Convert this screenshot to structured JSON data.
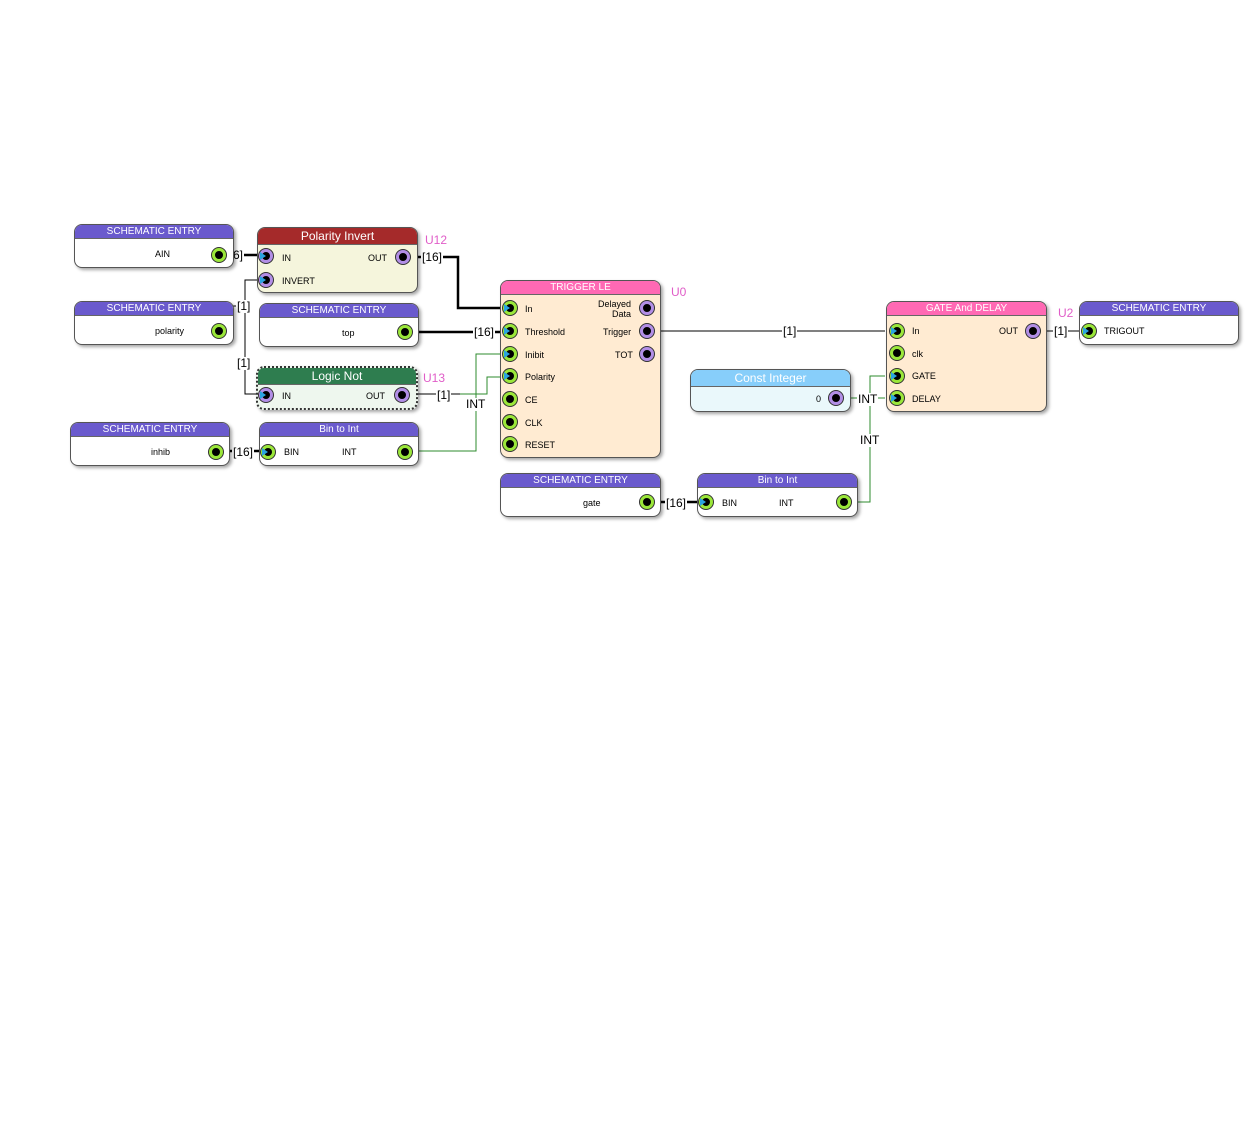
{
  "blocks": {
    "se_ain": {
      "title": "SCHEMATIC ENTRY",
      "name": "AIN"
    },
    "se_polarity": {
      "title": "SCHEMATIC ENTRY",
      "name": "polarity"
    },
    "se_inhib": {
      "title": "SCHEMATIC ENTRY",
      "name": "inhib"
    },
    "se_top": {
      "title": "SCHEMATIC ENTRY",
      "name": "top"
    },
    "se_gate": {
      "title": "SCHEMATIC ENTRY",
      "name": "gate"
    },
    "se_trigout": {
      "title": "SCHEMATIC ENTRY",
      "name": "TRIGOUT"
    },
    "polarity_invert": {
      "title": "Polarity Invert",
      "ref": "U12",
      "in": "IN",
      "invert": "INVERT",
      "out": "OUT"
    },
    "logic_not": {
      "title": "Logic Not",
      "ref": "U13",
      "in": "IN",
      "out": "OUT"
    },
    "bin_to_int_1": {
      "title": "Bin to Int",
      "in": "BIN",
      "out": "INT"
    },
    "bin_to_int_2": {
      "title": "Bin to Int",
      "in": "BIN",
      "out": "INT"
    },
    "trigger_le": {
      "title": "TRIGGER LE",
      "ref": "U0",
      "inputs": [
        "In",
        "Threshold",
        "Inibit",
        "Polarity",
        "CE",
        "CLK",
        "RESET"
      ],
      "out_delayed_1": "Delayed",
      "out_delayed_2": "Data",
      "out_trigger": "Trigger",
      "out_tot": "TOT"
    },
    "gate_delay": {
      "title": "GATE And DELAY",
      "ref": "U2",
      "inputs": [
        "In",
        "clk",
        "GATE",
        "DELAY"
      ],
      "out": "OUT"
    },
    "const_integer": {
      "title": "Const Integer",
      "value": "0"
    }
  },
  "wire_labels": {
    "ain_bus": "[16]",
    "pi_out_bus": "[16]",
    "pol_a": "[1]",
    "pol_b": "[1]",
    "top_bus": "[16]",
    "not_out": "[1]",
    "int_1": "INT",
    "inhib_bus": "[16]",
    "trig_bus": "[1]",
    "const_int": "INT",
    "gate_int": "INT",
    "gate_bus": "[16]",
    "trigout_bus": "[1]"
  },
  "colors": {
    "entry_header": "#6a5acd",
    "polarity_invert_header": "#a52a2a",
    "logic_not_header": "#2e7d4f",
    "trigger_header": "#ff69b4",
    "const_header": "#87cefa",
    "ref_text": "#e05dc8",
    "pin_input": "#9be73a",
    "pin_output": "#b28ee6",
    "wire_int": "#2e8b2e"
  }
}
